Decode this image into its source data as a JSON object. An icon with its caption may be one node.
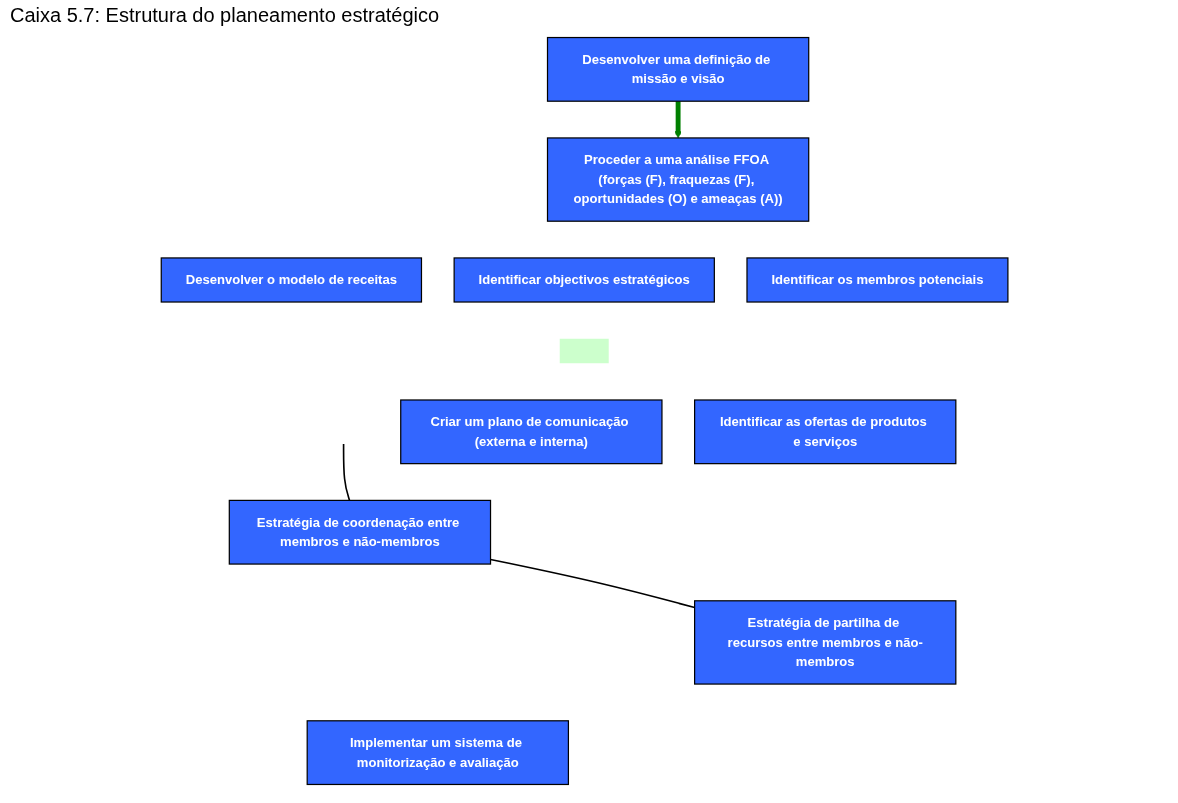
{
  "diagram": {
    "title": "Caixa 5.7: Estrutura do planeamento estratégico",
    "nodes": [
      {
        "text": [
          "Desenvolver uma definição de missão e visão"
        ]
      },
      {
        "text": [
          "Proceder a uma análise FFOA (forças (F), fraquezas (F), oportunidades (O) e ameaças (A))"
        ]
      },
      {
        "text": [
          "Desenvolver o modelo de receitas"
        ]
      },
      {
        "text": [
          "Identificar objectivos estratégicos"
        ]
      },
      {
        "text": [
          "Identificar os membros potenciais"
        ]
      },
      {
        "text": [],
        "shape": "arrow"
      },
      {
        "text": [
          "Criar um plano de comunicação (externa e interna)"
        ]
      },
      {
        "text": [
          "Identificar as ofertas de produtos e serviços"
        ]
      },
      {
        "text": [
          "Estratégia de coordenação entre membros e não-membros"
        ]
      },
      {
        "text": [
          "Estratégia de partilha de recursos entre membros e não-membros"
        ]
      },
      {
        "text": [
          "Implementar um sistema de monitorização e avaliação"
        ]
      }
    ],
    "edges": [
      {
        "from": 0,
        "to": 1,
        "arrow": "to",
        "style": "thick",
        "color": "#008000"
      },
      {
        "from": 8,
        "to": 9,
        "arrow": "none"
      },
      {
        "from": null,
        "to": 8,
        "arrow": "none"
      }
    ]
  }
}
